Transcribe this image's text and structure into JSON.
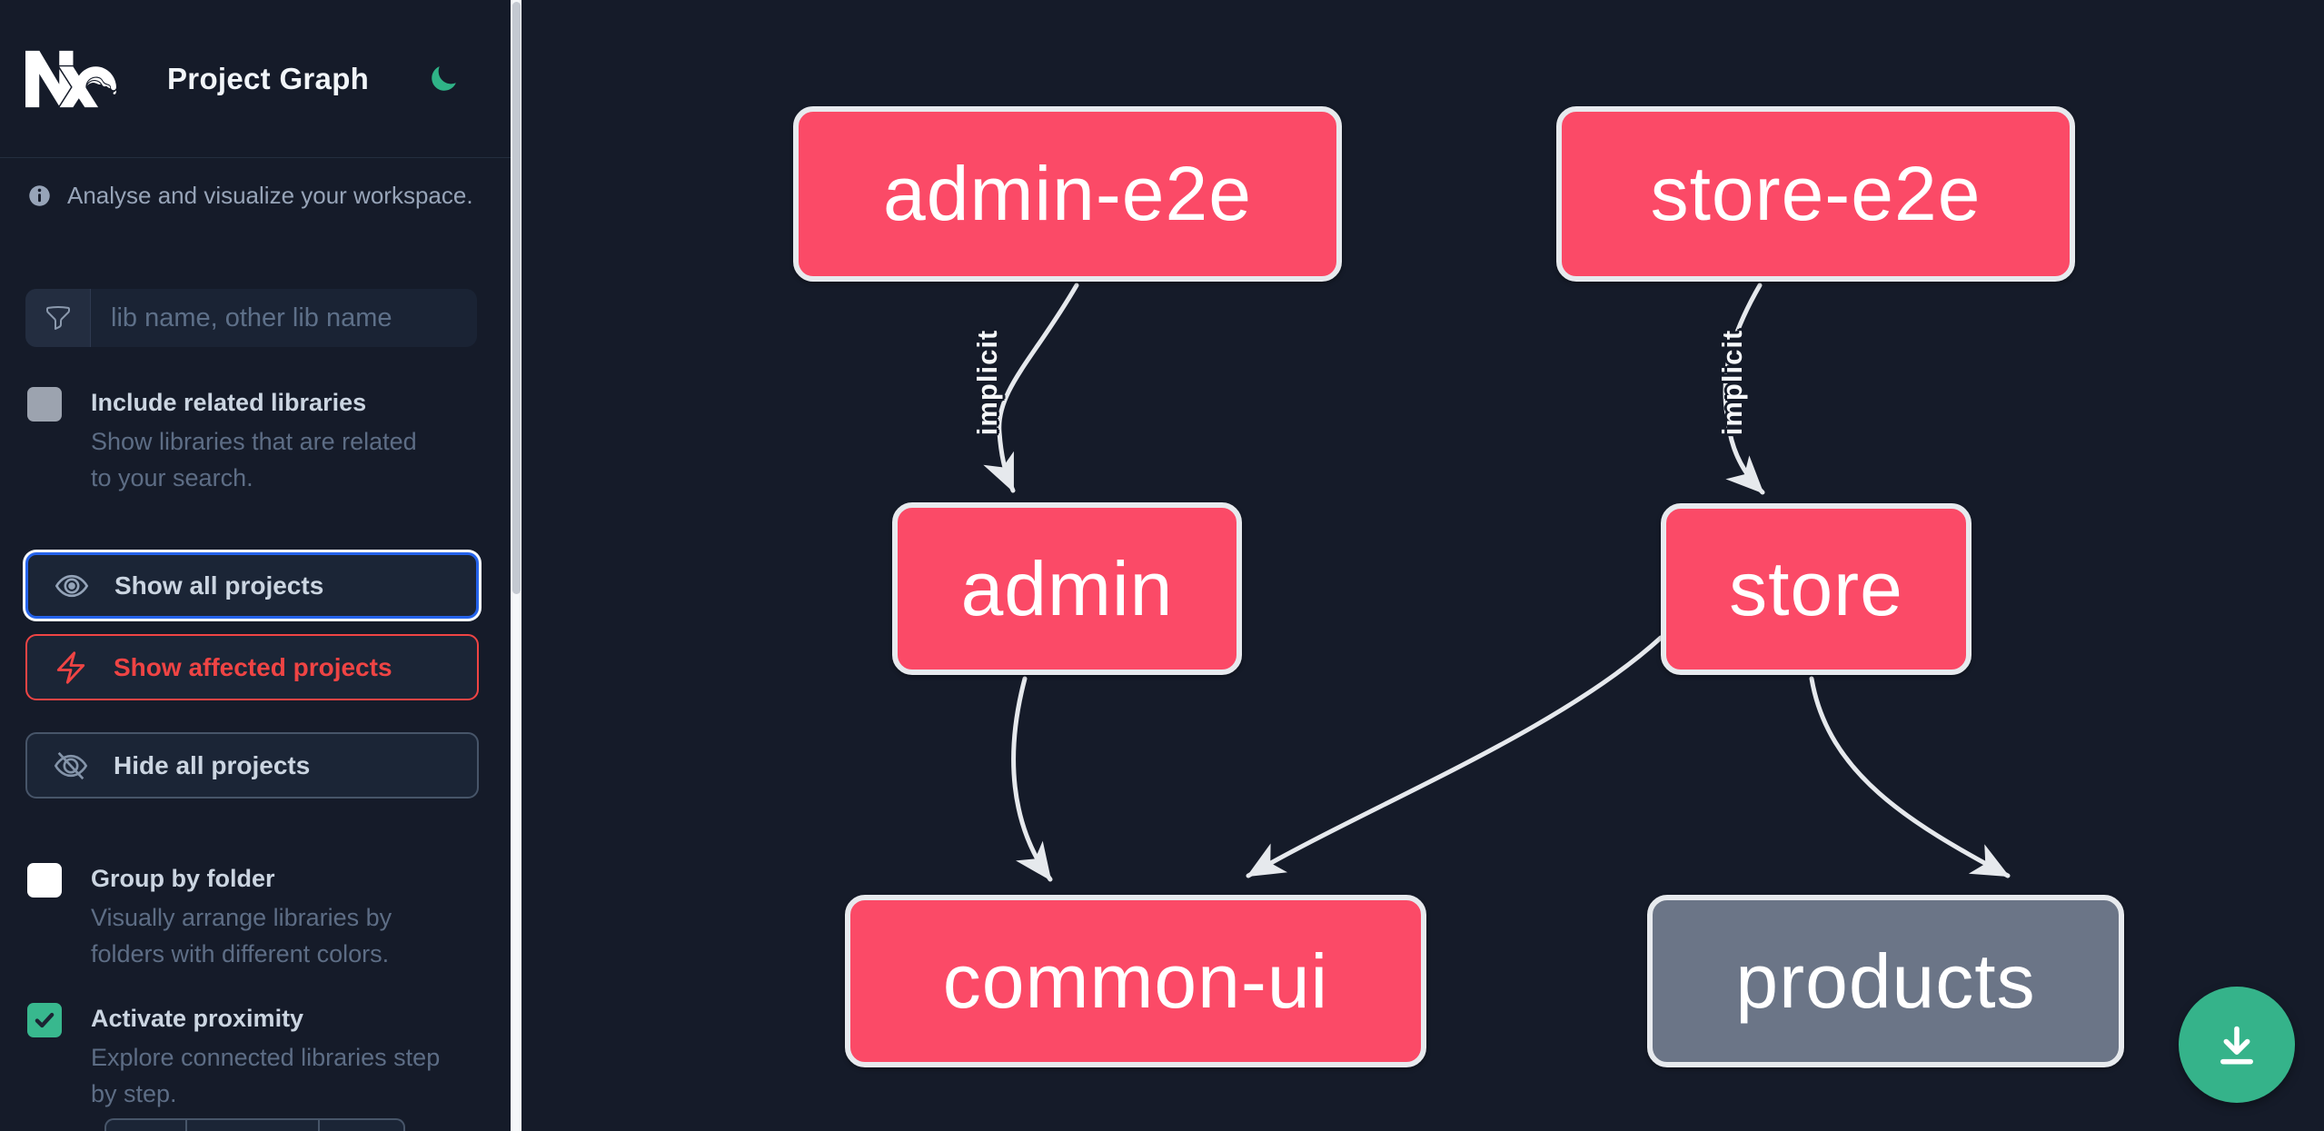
{
  "app": {
    "title": "Project Graph",
    "theme": "dark"
  },
  "sidebar": {
    "tagline": "Analyse and visualize your workspace.",
    "search": {
      "placeholder": "lib name, other lib name",
      "value": ""
    },
    "toggles": [
      {
        "label": "Include related libraries",
        "description": "Show libraries that are related to your search.",
        "checked": false,
        "disabled": true
      },
      {
        "label": "Group by folder",
        "description": "Visually arrange libraries by folders with different colors.",
        "checked": false
      },
      {
        "label": "Activate proximity",
        "description": "Explore connected libraries step by step.",
        "checked": true
      }
    ],
    "buttons": [
      {
        "label": "Show all projects",
        "icon": "eye-icon",
        "state": "focused"
      },
      {
        "label": "Show affected projects",
        "icon": "bolt-icon",
        "state": "normal"
      },
      {
        "label": "Hide all projects",
        "icon": "eye-off-icon",
        "state": "normal"
      }
    ]
  },
  "graph": {
    "nodes": [
      {
        "id": "admin-e2e",
        "label": "admin-e2e",
        "color": "#fb4a67"
      },
      {
        "id": "store-e2e",
        "label": "store-e2e",
        "color": "#fb4a67"
      },
      {
        "id": "admin",
        "label": "admin",
        "color": "#fb4a67"
      },
      {
        "id": "store",
        "label": "store",
        "color": "#fb4a67"
      },
      {
        "id": "common-ui",
        "label": "common-ui",
        "color": "#fb4a67"
      },
      {
        "id": "products",
        "label": "products",
        "color": "#6b7587"
      }
    ],
    "edges": [
      {
        "from": "admin-e2e",
        "to": "admin",
        "label": "implicit"
      },
      {
        "from": "store-e2e",
        "to": "store",
        "label": "implicit"
      },
      {
        "from": "admin",
        "to": "common-ui",
        "label": ""
      },
      {
        "from": "store",
        "to": "common-ui",
        "label": ""
      },
      {
        "from": "store",
        "to": "products",
        "label": ""
      }
    ],
    "edge_color": "#e6e9ed"
  },
  "fab": {
    "icon": "download-icon",
    "color": "#35b38a"
  },
  "colors": {
    "background": "#151b29",
    "accent_blue": "#2563eb",
    "accent_red": "#ef4444",
    "accent_green": "#35b38a",
    "node_border": "#e7eaee"
  }
}
